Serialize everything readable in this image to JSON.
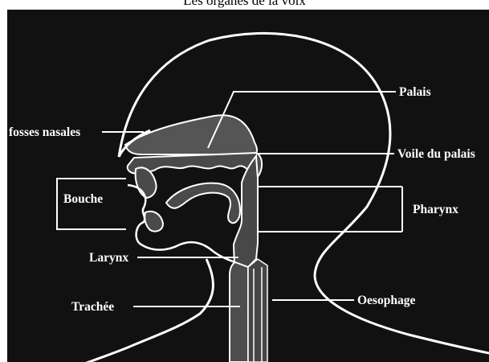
{
  "title": "Les organes de la voix",
  "labels": {
    "palais": "Palais",
    "fosses_nasales": "fosses nasales",
    "voile_du_palais": "Voile du palais",
    "bouche": "Bouche",
    "pharynx": "Pharynx",
    "larynx": "Larynx",
    "oesophage": "Oesophage",
    "trachee": "Trachée"
  },
  "colors": {
    "background": "#111111",
    "outline": "#ffffff",
    "organ_fill": "#4d4d4d"
  }
}
